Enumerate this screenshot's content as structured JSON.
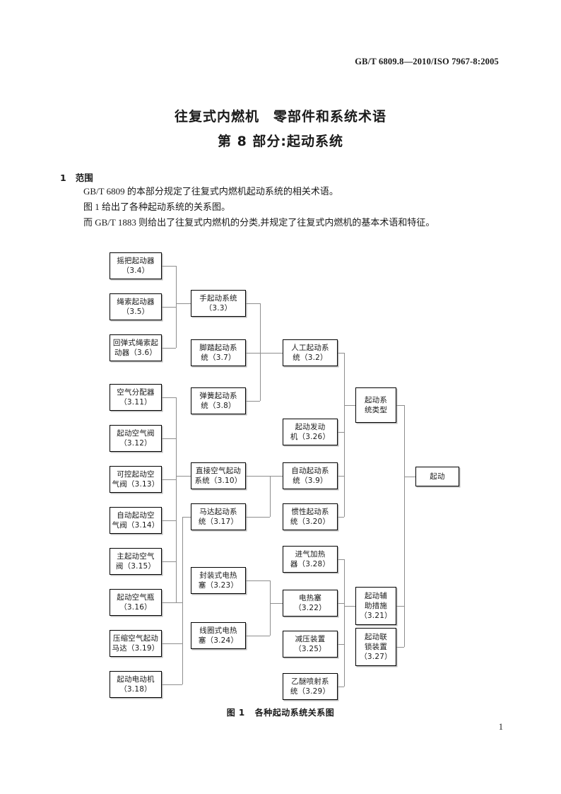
{
  "header": {
    "standard_code": "GB/T 6809.8—2010/ISO 7967-8:2005"
  },
  "title": {
    "main": "往复式内燃机　零部件和系统术语",
    "sub": "第 8 部分:起动系统"
  },
  "clause": {
    "number": "1",
    "heading": "范围",
    "paragraphs": [
      "GB/T 6809 的本部分规定了往复式内燃机起动系统的相关术语。",
      "图 1 给出了各种起动系统的关系图。",
      "而 GB/T 1883 则给出了往复式内燃机的分类,并规定了往复式内燃机的基本术语和特征。"
    ]
  },
  "figure": {
    "caption_label": "图 1",
    "caption_text": "各种起动系统关系图",
    "nodes": {
      "n34": {
        "line1": "摇把起动器",
        "line2": "（3.4）"
      },
      "n35": {
        "line1": "绳索起动器",
        "line2": "（3.5）"
      },
      "n36": {
        "line1": "回弹式绳索起",
        "line2": "动器（3.6）"
      },
      "n311": {
        "line1": "空气分配器",
        "line2": "（3.11）"
      },
      "n312": {
        "line1": "起动空气阀",
        "line2": "（3.12）"
      },
      "n313": {
        "line1": "可控起动空",
        "line2": "气阀（3.13）"
      },
      "n314": {
        "line1": "自动起动空",
        "line2": "气阀（3.14）"
      },
      "n315": {
        "line1": "主起动空气",
        "line2": "阀（3.15）"
      },
      "n316": {
        "line1": "起动空气瓶",
        "line2": "（3.16）"
      },
      "n319": {
        "line1": "压缩空气起动",
        "line2": "马达（3.19）"
      },
      "n318": {
        "line1": "起动电动机",
        "line2": "（3.18）"
      },
      "n33": {
        "line1": "手起动系统",
        "line2": "（3.3）"
      },
      "n37": {
        "line1": "脚踏起动系",
        "line2": "统（3.7）"
      },
      "n38": {
        "line1": "弹簧起动系",
        "line2": "统（3.8）"
      },
      "n310": {
        "line1": "直接空气起动",
        "line2": "系统（3.10）"
      },
      "n317": {
        "line1": "马达起动系",
        "line2": "统（3.17）"
      },
      "n323": {
        "line1": "封装式电热",
        "line2": "塞（3.23）"
      },
      "n324": {
        "line1": "线圈式电热",
        "line2": "塞（3.24）"
      },
      "n32": {
        "line1": "人工起动系",
        "line2": "统（3.2）"
      },
      "n326": {
        "line1": "起动发动",
        "line2": "机（3.26）"
      },
      "n39": {
        "line1": "自动起动系",
        "line2": "统（3.9）"
      },
      "n320": {
        "line1": "惯性起动系",
        "line2": "统（3.20）"
      },
      "n328": {
        "line1": "进气加热",
        "line2": "器（3.28）"
      },
      "n322": {
        "line1": "电热塞",
        "line2": "（3.22）"
      },
      "n325": {
        "line1": "减压装置",
        "line2": "（3.25）"
      },
      "n329": {
        "line1": "乙醚喷射系",
        "line2": "统（3.29）"
      },
      "ntype": {
        "line1": "起动系",
        "line2": "统类型"
      },
      "n321": {
        "line1": "起动辅",
        "line2": "助措施",
        "line3": "（3.21）"
      },
      "n327": {
        "line1": "起动联",
        "line2": "锁装置",
        "line3": "（3.27）"
      },
      "nroot": {
        "line1": "起动"
      }
    }
  },
  "folio": {
    "page_number": "1"
  }
}
